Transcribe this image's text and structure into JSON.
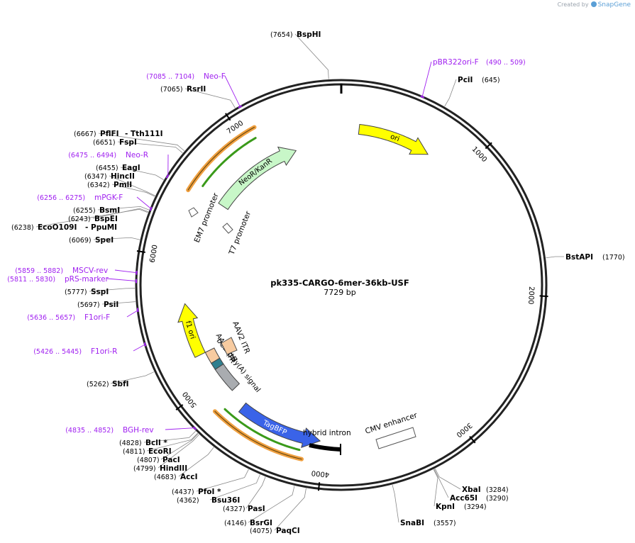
{
  "branding": {
    "created_by": "Created by",
    "product": "SnapGene"
  },
  "plasmid": {
    "name": "pk335-CARGO-6mer-36kb-USF",
    "length_text": "7729 bp",
    "length": 7729
  },
  "colors": {
    "enzyme": "#000000",
    "primer": "#a020f0",
    "ori": "#ffff00",
    "neo": "#c8f7c8",
    "tagbfp": "#3a63e8",
    "bgh": "#a9acb0",
    "attb": "#2f7f8f",
    "itr": "#f7cba0",
    "primer_orange": "#f0a040",
    "primer_green": "#3a9a1a"
  },
  "ticks": [
    {
      "pos": 1000,
      "label": "1000"
    },
    {
      "pos": 2000,
      "label": "2000"
    },
    {
      "pos": 3000,
      "label": "3000"
    },
    {
      "pos": 4000,
      "label": "4000"
    },
    {
      "pos": 5000,
      "label": "5000"
    },
    {
      "pos": 6000,
      "label": "6000"
    },
    {
      "pos": 7000,
      "label": "7000"
    }
  ],
  "enzymes": [
    {
      "name": "BspHI",
      "pos_text": "(7654)",
      "pos": 7654
    },
    {
      "name": "PciI",
      "pos_text": "(645)",
      "pos": 645
    },
    {
      "name": "BstAPI",
      "pos_text": "(1770)",
      "pos": 1770
    },
    {
      "name": "XbaI",
      "pos_text": "(3284)",
      "pos": 3284
    },
    {
      "name": "Acc65I",
      "pos_text": "(3290)",
      "pos": 3290
    },
    {
      "name": "KpnI",
      "pos_text": "(3294)",
      "pos": 3294
    },
    {
      "name": "SnaBI",
      "pos_text": "(3557)",
      "pos": 3557
    },
    {
      "name": "PaqCI",
      "pos_text": "(4075)",
      "pos": 4075
    },
    {
      "name": "BsrGI",
      "pos_text": "(4146)",
      "pos": 4146
    },
    {
      "name": "PasI",
      "pos_text": "(4327)",
      "pos": 4327
    },
    {
      "name": "Bsu36I",
      "pos_text": "(4362)",
      "pos": 4362
    },
    {
      "name": "PfoI *",
      "pos_text": "(4437)",
      "pos": 4437
    },
    {
      "name": "AccI",
      "pos_text": "(4683)",
      "pos": 4683
    },
    {
      "name": "HindIII",
      "pos_text": "(4799)",
      "pos": 4799
    },
    {
      "name": "PacI",
      "pos_text": "(4807)",
      "pos": 4807
    },
    {
      "name": "EcoRI",
      "pos_text": "(4811)",
      "pos": 4811
    },
    {
      "name": "BclI *",
      "pos_text": "(4828)",
      "pos": 4828
    },
    {
      "name": "SbfI",
      "pos_text": "(5262)",
      "pos": 5262
    },
    {
      "name": "PsiI",
      "pos_text": "(5697)",
      "pos": 5697
    },
    {
      "name": "SspI",
      "pos_text": "(5777)",
      "pos": 5777
    },
    {
      "name": "SpeI",
      "pos_text": "(6069)",
      "pos": 6069
    },
    {
      "name": "EcoO109I",
      "pos_text": "(6238)",
      "pos": 6238,
      "extra": "- PpuMI"
    },
    {
      "name": "BspEI",
      "pos_text": "(6243)",
      "pos": 6243
    },
    {
      "name": "BsmI",
      "pos_text": "(6255)",
      "pos": 6255
    },
    {
      "name": "PmlI",
      "pos_text": "(6342)",
      "pos": 6342
    },
    {
      "name": "HincII",
      "pos_text": "(6347)",
      "pos": 6347
    },
    {
      "name": "EagI",
      "pos_text": "(6455)",
      "pos": 6455
    },
    {
      "name": "FspI",
      "pos_text": "(6651)",
      "pos": 6651
    },
    {
      "name": "PflFI",
      "pos_text": "(6667)",
      "pos": 6667,
      "extra": "- Tth111I"
    },
    {
      "name": "RsrII",
      "pos_text": "(7065)",
      "pos": 7065
    }
  ],
  "primers": [
    {
      "name": "Neo-F",
      "range_text": "(7085 .. 7104)",
      "pos": 7094
    },
    {
      "name": "pBR322ori-F",
      "range_text": "(490 .. 509)",
      "pos": 500
    },
    {
      "name": "Neo-R",
      "range_text": "(6475 .. 6494)",
      "pos": 6484
    },
    {
      "name": "mPGK-F",
      "range_text": "(6256 .. 6275)",
      "pos": 6265
    },
    {
      "name": "MSCV-rev",
      "range_text": "(5859 .. 5882)",
      "pos": 5870
    },
    {
      "name": "pRS-marker",
      "range_text": "(5811 .. 5830)",
      "pos": 5820
    },
    {
      "name": "F1ori-F",
      "range_text": "(5636 .. 5657)",
      "pos": 5646
    },
    {
      "name": "F1ori-R",
      "range_text": "(5426 .. 5445)",
      "pos": 5435
    },
    {
      "name": "BGH-rev",
      "range_text": "(4835 .. 4852)",
      "pos": 4843
    }
  ],
  "features": [
    {
      "name": "ori",
      "type": "arrow",
      "start": 140,
      "end": 720,
      "dir": 1,
      "color": "#ffff00"
    },
    {
      "name": "NeoR/KanR",
      "type": "arrow",
      "start": 6520,
      "end": 7330,
      "dir": 1,
      "color": "#c8f7c8"
    },
    {
      "name": "f1 ori",
      "type": "arrow",
      "start": 5230,
      "end": 5650,
      "dir": 1,
      "color": "#ffff00"
    },
    {
      "name": "TagBFP",
      "type": "arrow",
      "start": 4030,
      "end": 4700,
      "dir": -1,
      "color": "#3a63e8"
    },
    {
      "name": "bGH poly(A) signal",
      "type": "box",
      "start": 4850,
      "end": 5070,
      "color": "#a9acb0"
    },
    {
      "name": "attB",
      "type": "box",
      "start": 5070,
      "end": 5130,
      "color": "#2f7f8f"
    },
    {
      "name": "AAV2 ITR",
      "type": "box",
      "start": 5130,
      "end": 5230,
      "color": "#f7cba0"
    },
    {
      "name": "hybrid intron",
      "label": "hybrid intron"
    },
    {
      "name": "CMV enhancer",
      "label": "CMV enhancer"
    },
    {
      "name": "AAV2 ITR (2)",
      "label": "AAV2 ITR"
    },
    {
      "name": "EM7 promoter",
      "label": "EM7 promoter"
    },
    {
      "name": "T7 promoter",
      "label": "T7 promoter"
    }
  ]
}
